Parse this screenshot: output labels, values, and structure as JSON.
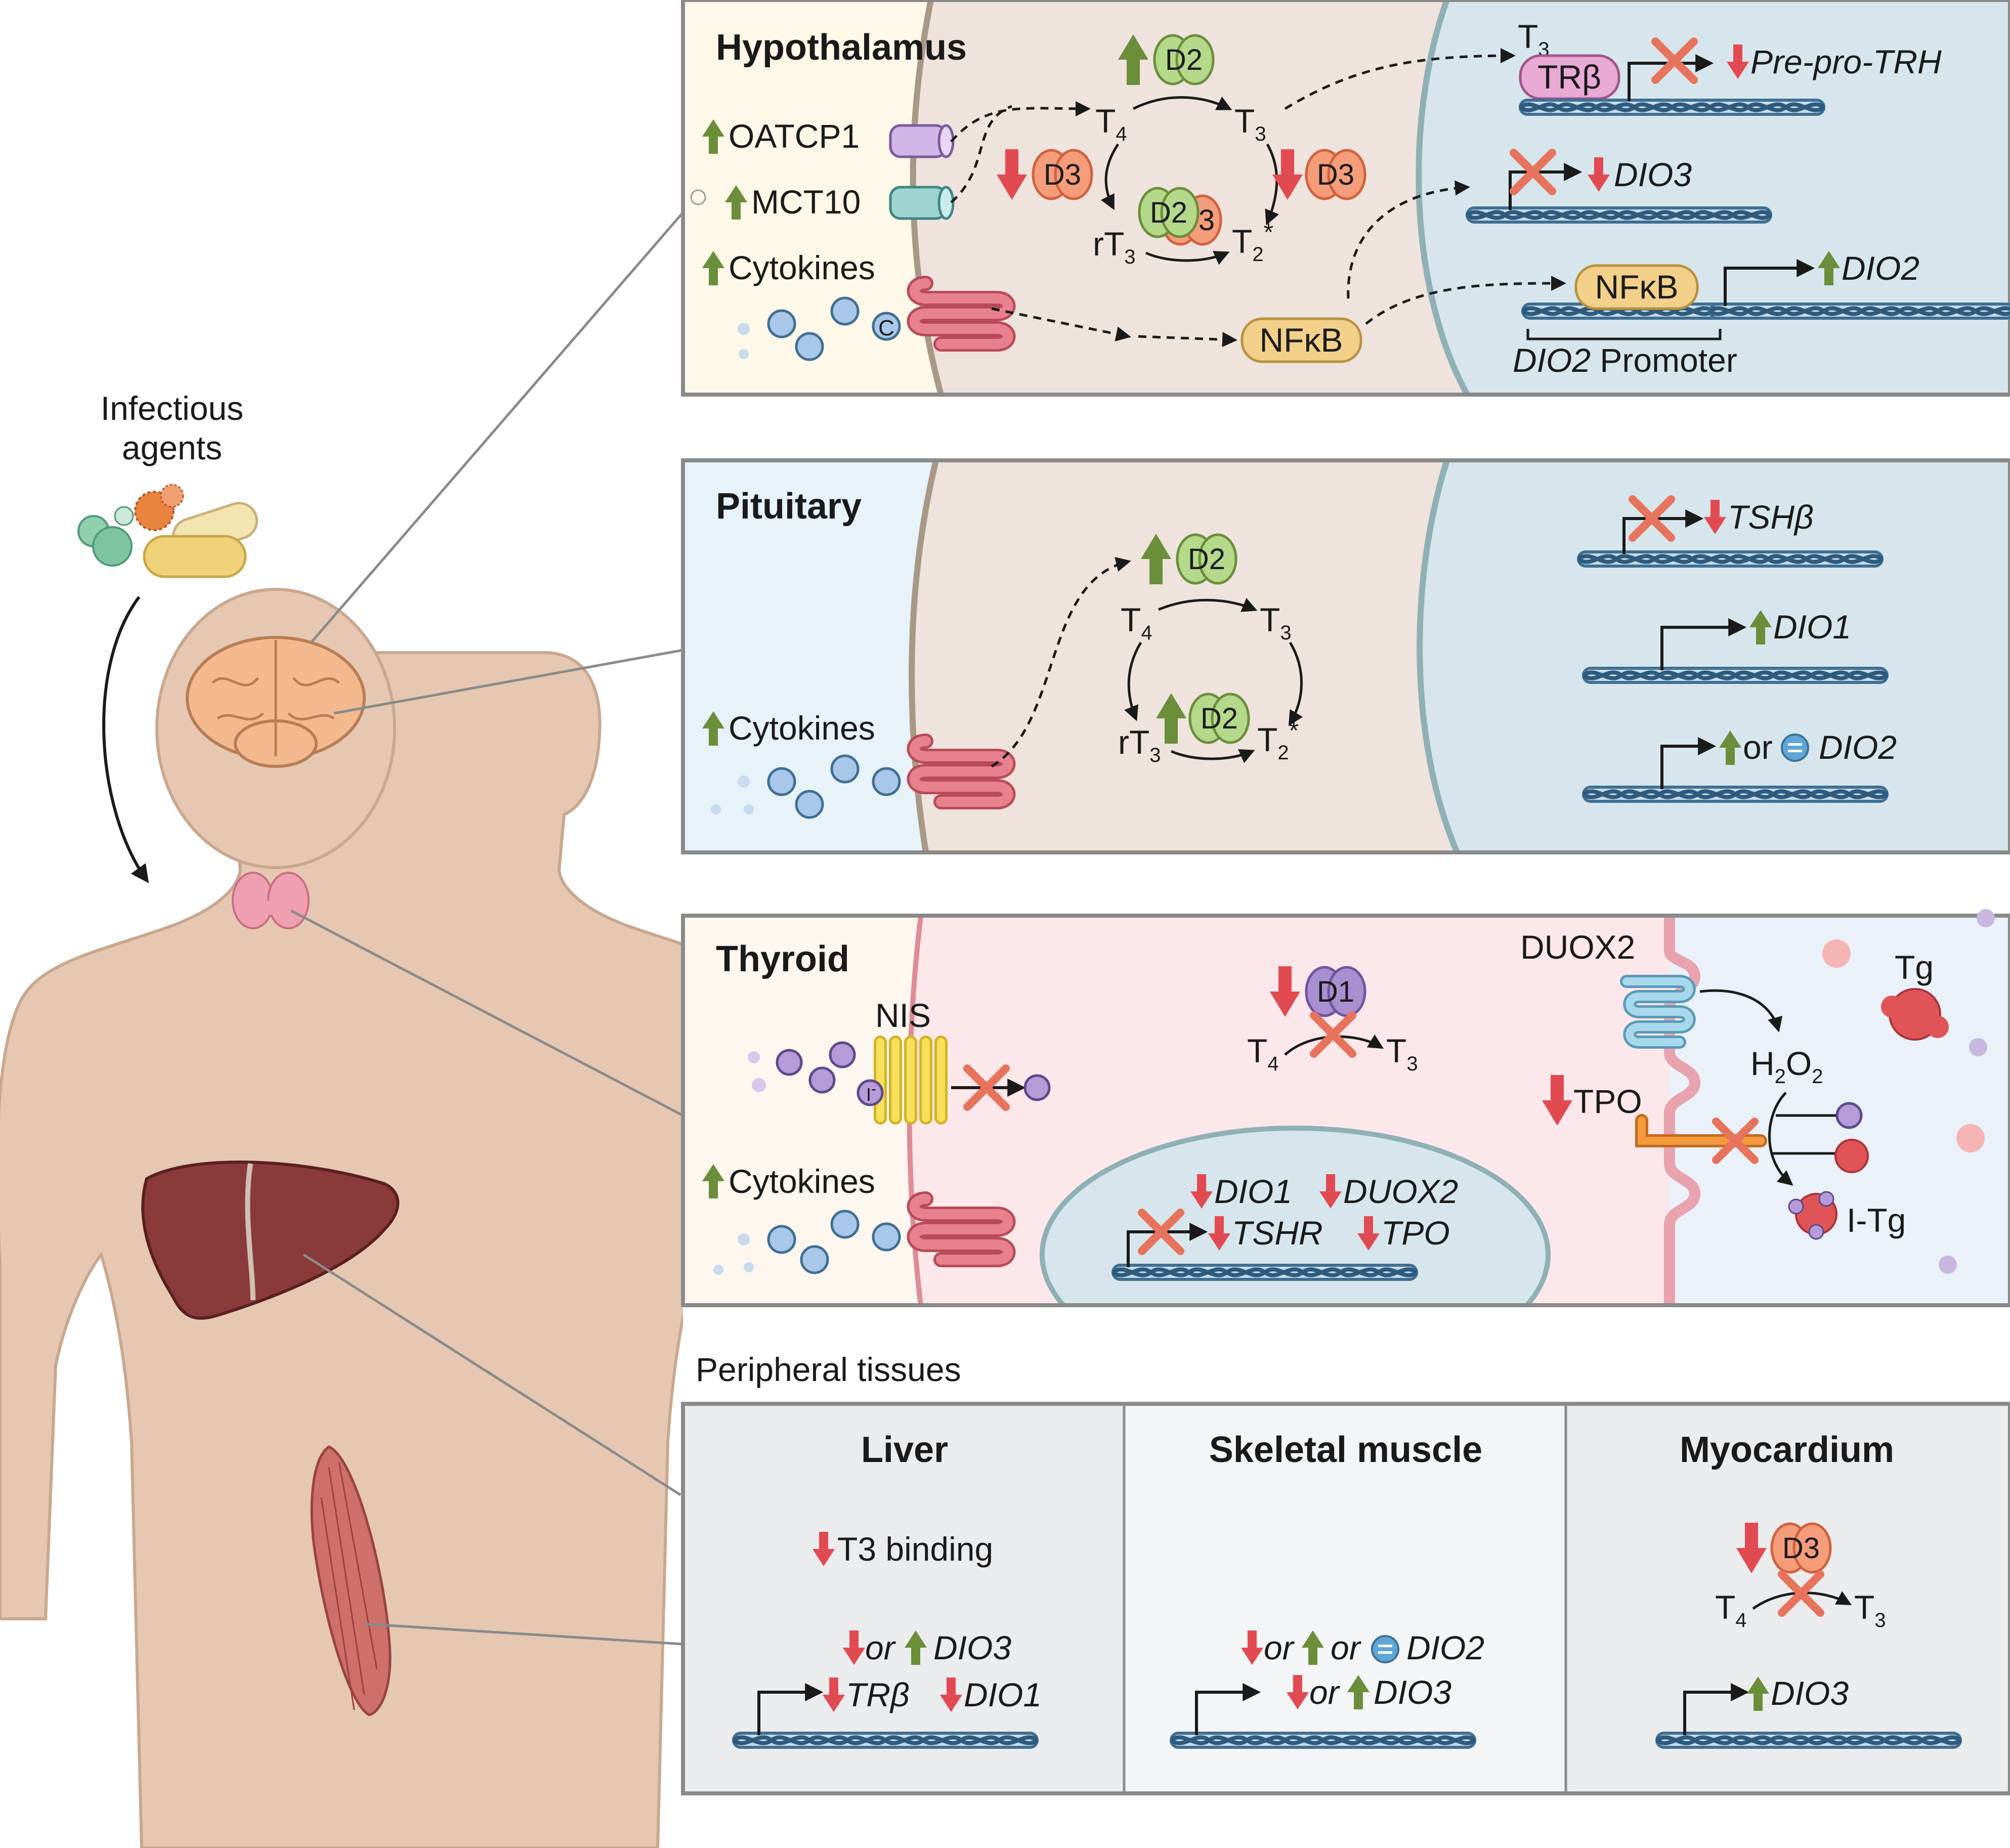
{
  "left": {
    "infectious_agents": [
      "Infectious",
      "agents"
    ]
  },
  "hypothalamus": {
    "title": "Hypothalamus",
    "oatcp1": "OATCP1",
    "mct10": "MCT10",
    "cytokines": "Cytokines",
    "cytokine_mark": "C",
    "d2": "D2",
    "d3": "D3",
    "d3_short": "3",
    "t4": "T",
    "t3": "T",
    "rt3": "rT",
    "t2": "T",
    "sub4": "4",
    "sub3": "3",
    "sub2": "2",
    "star": "*",
    "nfkb": "NFκB",
    "trb": "TRβ",
    "t3_top": "T",
    "pre_pro_trh": "Pre-pro-TRH",
    "dio3": "DIO3",
    "dio2": "DIO2",
    "promoter_gene": "DIO2",
    "promoter_word": " Promoter"
  },
  "pituitary": {
    "title": "Pituitary",
    "cytokines": "Cytokines",
    "d2": "D2",
    "tshb": "TSHβ",
    "dio1": "DIO1",
    "or": "or",
    "dio2": "DIO2"
  },
  "thyroid": {
    "title": "Thyroid",
    "nis": "NIS",
    "iodide": "I",
    "iodide_sup": "-",
    "cytokines": "Cytokines",
    "d1": "D1",
    "dio1": "DIO1",
    "duox2_gene": "DUOX2",
    "tshr": "TSHR",
    "tpo_gene": "TPO",
    "duox2": "DUOX2",
    "tpo": "TPO",
    "h2o2": "H",
    "h2o2_o": "O",
    "tg": "Tg",
    "itg": "I-Tg"
  },
  "peripheral": {
    "header": "Peripheral tissues",
    "liver": {
      "title": "Liver",
      "t3_binding": "T3 binding",
      "or": "or",
      "dio3": "DIO3",
      "trb": "TRβ",
      "dio1": "DIO1"
    },
    "skeletal": {
      "title": "Skeletal muscle",
      "or": "or",
      "dio2": "DIO2",
      "dio3": "DIO3"
    },
    "myocardium": {
      "title": "Myocardium",
      "d3": "D3",
      "dio3": "DIO3"
    }
  },
  "colors": {
    "up_arrow": "#6b8e3a",
    "down_arrow": "#e24a52",
    "cross": "#e8735d",
    "d2_fill": "#b5d98a",
    "d3_fill": "#f59c7a",
    "d1_fill": "#a98fd0",
    "nfkb_fill": "#f2d08a",
    "trb_fill": "#e8a9d4",
    "receptor": "#dd6b78",
    "cytokine": "#6f9fd0",
    "skin": "#e6c8b2"
  }
}
